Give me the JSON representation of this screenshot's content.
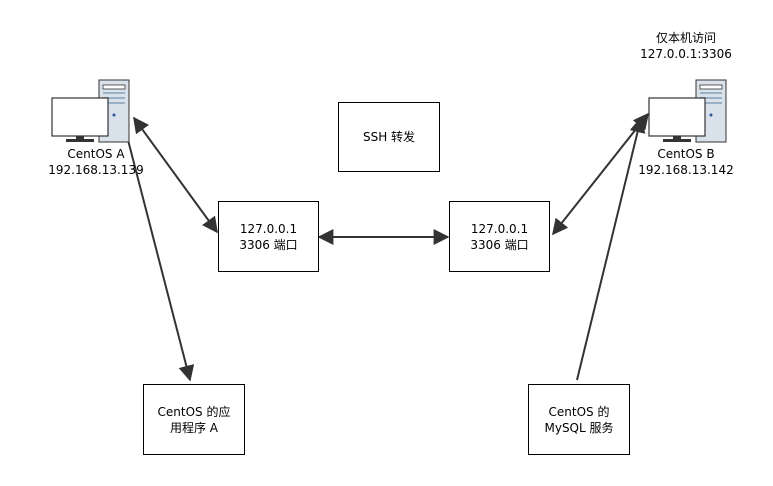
{
  "diagram": {
    "title": "SSH 转发",
    "machine_a": {
      "name": "CentOS A",
      "ip": "192.168.13.139"
    },
    "machine_b": {
      "name": "CentOS B",
      "ip": "192.168.13.142",
      "note_line1": "仅本机访问",
      "note_line2": "127.0.0.1:3306"
    },
    "port_left": {
      "line1": "127.0.0.1",
      "line2": "3306 端口"
    },
    "port_right": {
      "line1": "127.0.0.1",
      "line2": "3306 端口"
    },
    "app_a": {
      "line1": "CentOS 的应",
      "line2": "用程序 A"
    },
    "service_b": {
      "line1": "CentOS 的",
      "line2": "MySQL 服务"
    }
  },
  "colors": {
    "stroke": "#333333",
    "monitor_screen": "#ffffff",
    "tower": "#9ab0c4",
    "accent": "#2f5597"
  },
  "icons": [
    "computer-icon",
    "computer-icon"
  ]
}
